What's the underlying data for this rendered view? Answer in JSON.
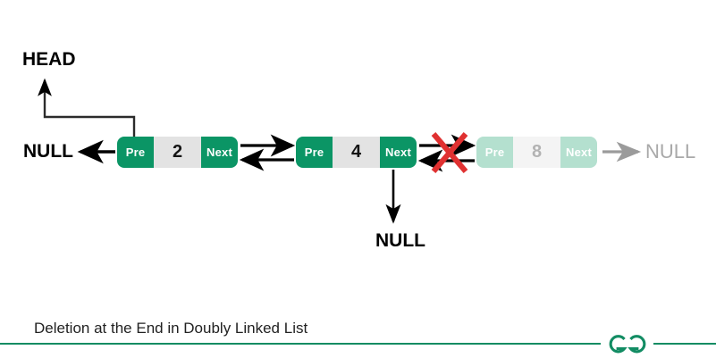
{
  "diagram": {
    "title": "Deletion at the End in Doubly Linked List",
    "head_label": "HEAD",
    "null_left": "NULL",
    "null_bottom": "NULL",
    "null_right": "NULL",
    "colors": {
      "node_pointer_green": "#0b9565",
      "node_value_grey": "#e3e3e3",
      "faded_pointer_green": "#b4e0cf",
      "faded_value_grey": "#f4f4f4",
      "muted_text": "#a9a9a9",
      "delete_mark_red": "#e03131",
      "brand_green": "#128c63",
      "arrow_black": "#000000",
      "arrow_grey": "#9b9b9b"
    },
    "nodes": [
      {
        "pre": "Pre",
        "value": "2",
        "next": "Next",
        "state": "active"
      },
      {
        "pre": "Pre",
        "value": "4",
        "next": "Next",
        "state": "active"
      },
      {
        "pre": "Pre",
        "value": "8",
        "next": "Next",
        "state": "faded"
      }
    ]
  },
  "footer": {
    "logo": "gfg-logo"
  }
}
